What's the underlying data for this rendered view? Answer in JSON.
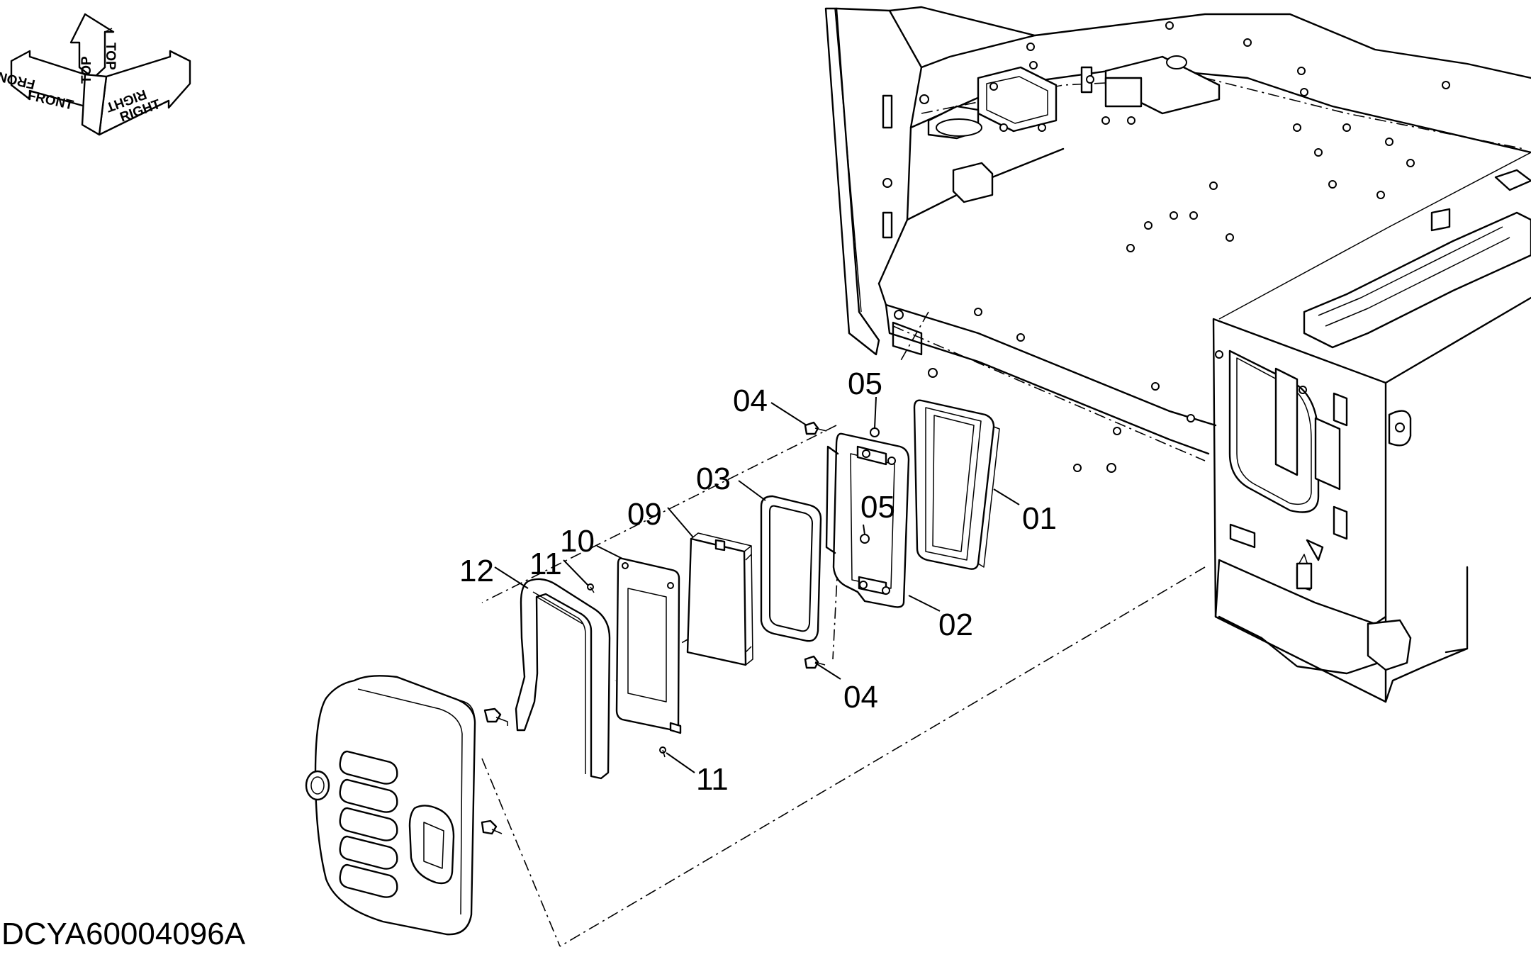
{
  "diagram": {
    "drawing_id": "DCYA60004096A",
    "orientation": {
      "top": "TOP",
      "front": "FRONT",
      "right": "RIGHT"
    },
    "callouts": [
      {
        "id": "c01",
        "label": "01"
      },
      {
        "id": "c02",
        "label": "02"
      },
      {
        "id": "c03",
        "label": "03"
      },
      {
        "id": "c04a",
        "label": "04"
      },
      {
        "id": "c04b",
        "label": "04"
      },
      {
        "id": "c05a",
        "label": "05"
      },
      {
        "id": "c05b",
        "label": "05"
      },
      {
        "id": "c09",
        "label": "09"
      },
      {
        "id": "c10",
        "label": "10"
      },
      {
        "id": "c11a",
        "label": "11"
      },
      {
        "id": "c11b",
        "label": "11"
      },
      {
        "id": "c12",
        "label": "12"
      }
    ]
  }
}
